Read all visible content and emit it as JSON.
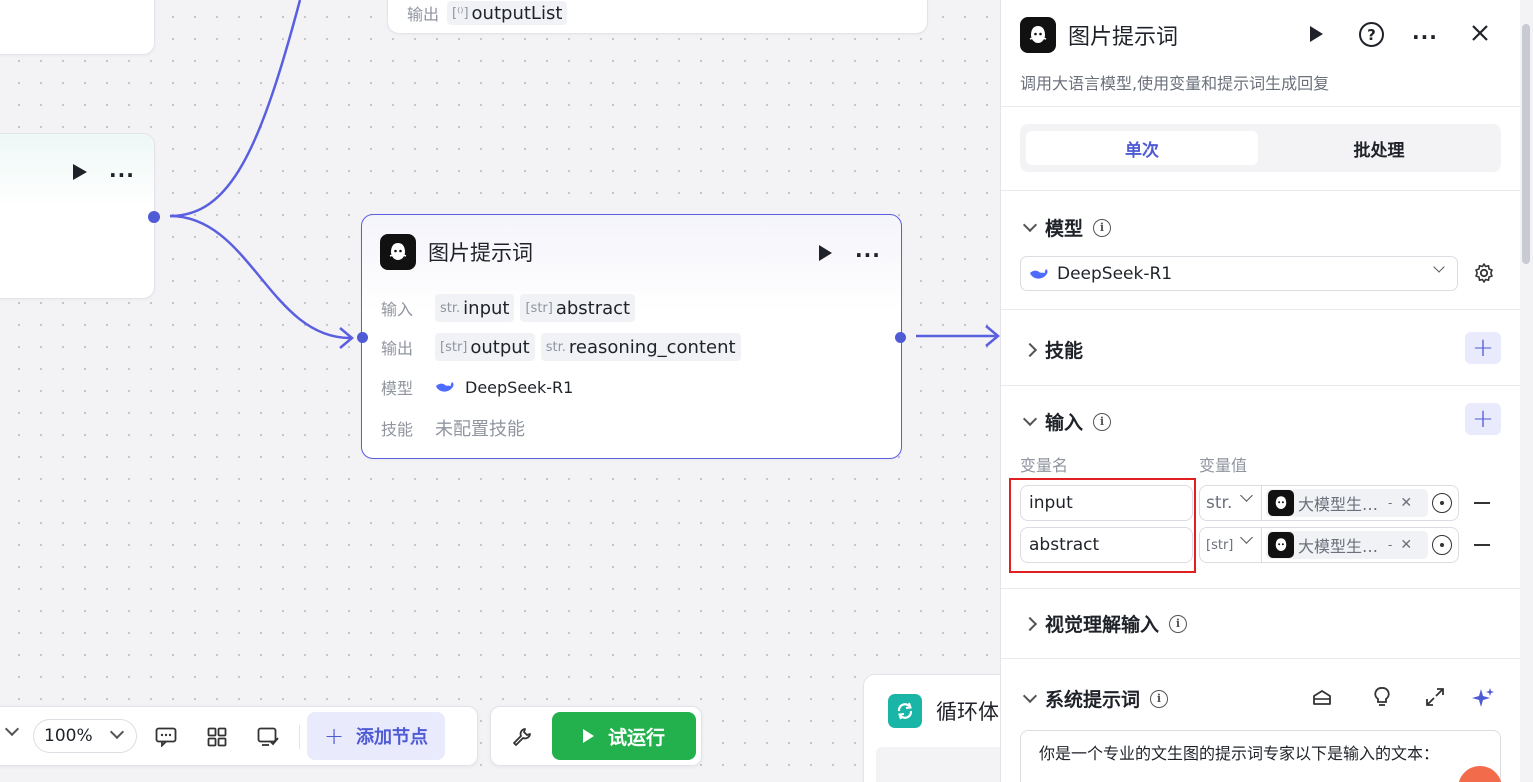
{
  "canvas": {
    "top_node": {
      "output_label": "输出",
      "output_type": "[⁽⁾]",
      "output_var": "outputList"
    },
    "llm_node": {
      "title": "图片提示词",
      "input_label": "输入",
      "inputs": [
        {
          "type": "str.",
          "name": "input"
        },
        {
          "type": "[str]",
          "name": "abstract"
        }
      ],
      "output_label": "输出",
      "outputs": [
        {
          "type": "[str]",
          "name": "output"
        },
        {
          "type": "str.",
          "name": "reasoning_content"
        }
      ],
      "model_label": "模型",
      "model": "DeepSeek-R1",
      "skill_label": "技能",
      "skill_value": "未配置技能"
    },
    "loop_node": {
      "title": "循环体"
    }
  },
  "toolbar": {
    "zoom": "100%",
    "add_node": "添加节点",
    "test_run": "试运行"
  },
  "panel": {
    "title": "图片提示词",
    "description": "调用大语言模型,使用变量和提示词生成回复",
    "tabs": [
      {
        "label": "单次",
        "active": true
      },
      {
        "label": "批处理",
        "active": false
      }
    ],
    "model_section": {
      "title": "模型",
      "selected": "DeepSeek-R1"
    },
    "skills_section": {
      "title": "技能"
    },
    "input_section": {
      "title": "输入",
      "col_name": "变量名",
      "col_value": "变量值",
      "rows": [
        {
          "name": "input",
          "type": "str.",
          "ref": "大模型生…",
          "ref_suffix": "-"
        },
        {
          "name": "abstract",
          "type": "[str]",
          "ref": "大模型生…",
          "ref_suffix": "-"
        }
      ]
    },
    "vision_section": {
      "title": "视觉理解输入"
    },
    "system_prompt_section": {
      "title": "系统提示词",
      "text": "你是一个专业的文生图的提示词专家以下是输入的文本："
    }
  },
  "colors": {
    "accent": "#4f5bd5",
    "edge": "#5a5fe0",
    "run_green": "#22b14c",
    "highlight_red": "#e02020"
  }
}
